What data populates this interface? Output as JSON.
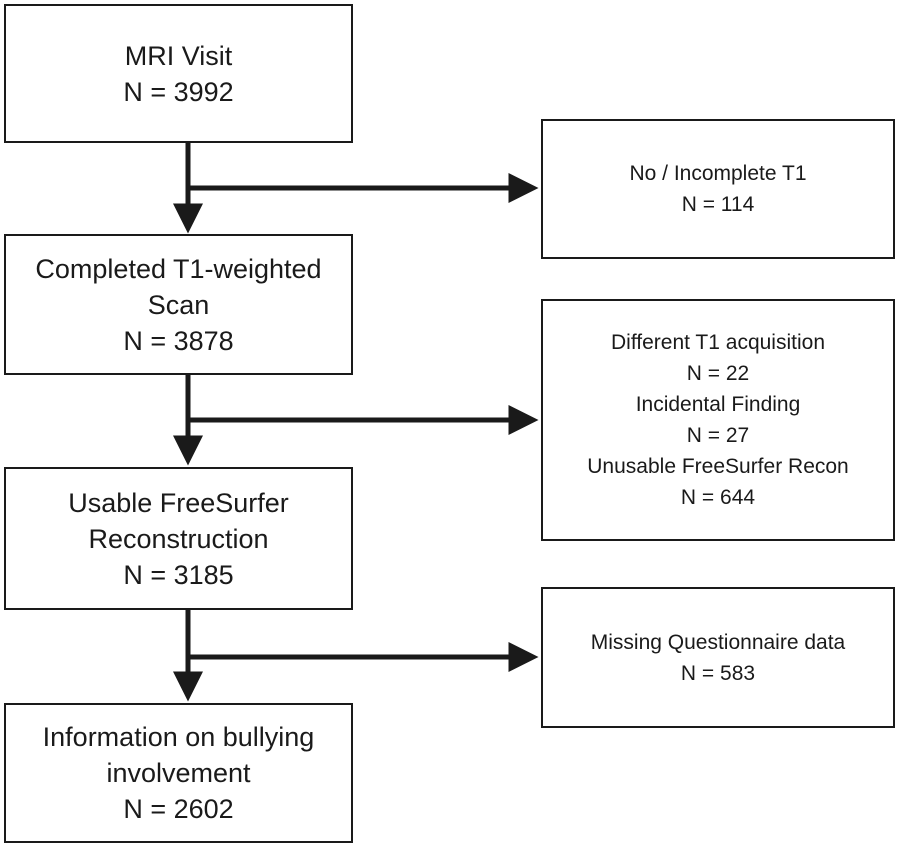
{
  "main_boxes": [
    {
      "label": "MRI Visit",
      "count": "N = 3992"
    },
    {
      "label_line1": "Completed T1-weighted",
      "label_line2": "Scan",
      "count": "N = 3878"
    },
    {
      "label_line1": "Usable FreeSurfer",
      "label_line2": "Reconstruction",
      "count": "N = 3185"
    },
    {
      "label_line1": "Information on bullying",
      "label_line2": "involvement",
      "count": "N = 2602"
    }
  ],
  "exclusion_boxes": [
    {
      "items": [
        {
          "label": "No / Incomplete T1",
          "count": "N = 114"
        }
      ]
    },
    {
      "items": [
        {
          "label": "Different T1 acquisition",
          "count": "N = 22"
        },
        {
          "label": "Incidental Finding",
          "count": "N = 27"
        },
        {
          "label": "Unusable FreeSurfer Recon",
          "count": "N = 644"
        }
      ]
    },
    {
      "items": [
        {
          "label": "Missing Questionnaire data",
          "count": "N = 583"
        }
      ]
    }
  ]
}
